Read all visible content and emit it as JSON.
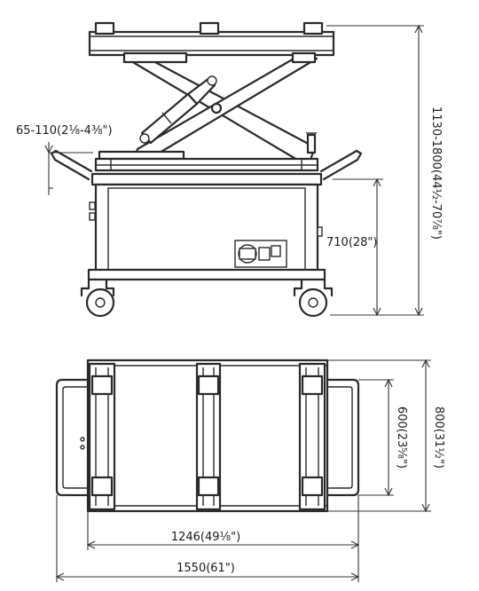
{
  "side_view": {
    "platform_adjust": "65-110(2⅛-4⅜\")",
    "overall_height": "1130-1800(44½-70⅞\")",
    "base_height": "710(28\")"
  },
  "top_view": {
    "inner_depth": "600(23⅝\")",
    "overall_depth": "800(31½\")",
    "inner_length": "1246(49⅛\")",
    "overall_length": "1550(61\")"
  }
}
